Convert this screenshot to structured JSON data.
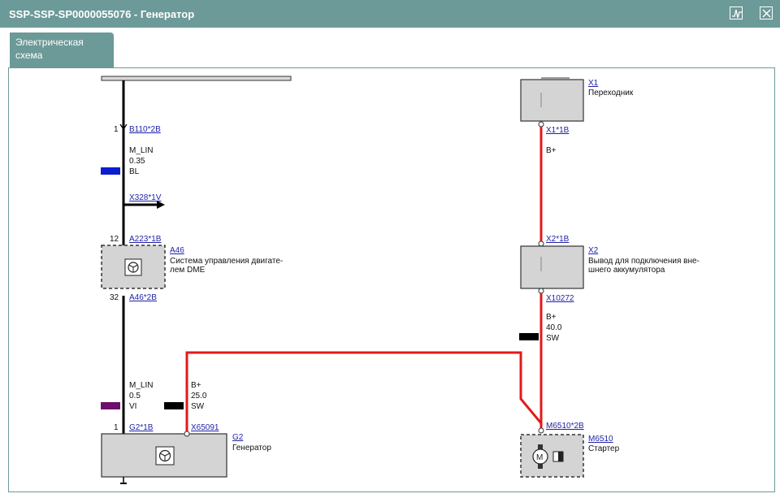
{
  "window": {
    "title": "SSP-SSP-SP0000055076  -  Генератор",
    "icons": [
      "waveform-icon",
      "close-icon"
    ]
  },
  "tab": {
    "label_line1": "Электрическая",
    "label_line2": "схема"
  },
  "diagram": {
    "left_wire": {
      "top_connector": {
        "pin": "1",
        "id": "B110*2B"
      },
      "segment1": {
        "signal": "M_LIN",
        "gauge": "0.35",
        "color_code": "BL",
        "color": "#0a1ecf"
      },
      "branch": {
        "id": "X328*1V"
      },
      "ecu_connector_top": {
        "pin": "12",
        "id": "A223*1B"
      },
      "ecu": {
        "id": "A46",
        "name_line1": "Система управления двигате-",
        "name_line2": "лем DME"
      },
      "ecu_connector_bottom": {
        "pin": "32",
        "id": "A46*2B"
      },
      "segment2": {
        "signal": "M_LIN",
        "gauge": "0.5",
        "color_code": "VI",
        "color": "#6b0f6b"
      },
      "gen_connector": {
        "pin": "1",
        "id": "G2*1B"
      }
    },
    "generator": {
      "id": "G2",
      "name": "Генератор",
      "bplus_connector": "X65091",
      "bplus_wire": {
        "signal": "B+",
        "gauge": "25.0",
        "color_code": "SW",
        "color": "#000000"
      }
    },
    "right_wire": {
      "adapter": {
        "id": "X1",
        "name": "Переходник",
        "connector": "X1*1B"
      },
      "segment1": {
        "signal": "B+"
      },
      "jump_point": {
        "connector_top": "X2*1B",
        "id": "X2",
        "name_line1": "Вывод для подключения вне-",
        "name_line2": "шнего аккумулятора",
        "connector_bottom": "X10272"
      },
      "segment2": {
        "signal": "B+",
        "gauge": "40.0",
        "color_code": "SW",
        "color": "#000000"
      },
      "starter": {
        "connector": "M6510*2B",
        "id": "M6510",
        "name": "Стартер"
      }
    },
    "colors": {
      "power_wire": "#e31a1a",
      "signal_wire": "#000000",
      "box_fill": "#d4d4d4"
    }
  }
}
